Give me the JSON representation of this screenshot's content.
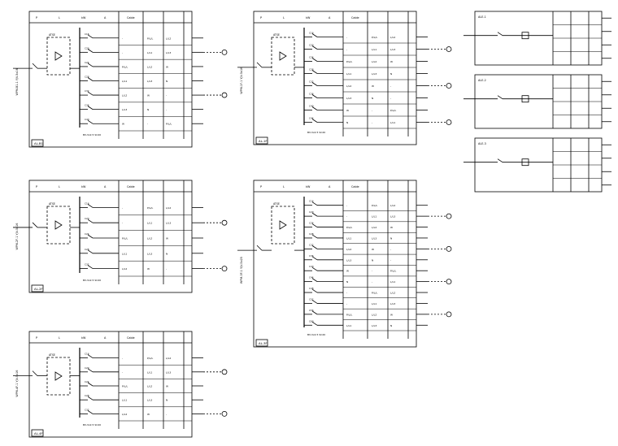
{
  "drawing": {
    "schedule_cells": [
      "-",
      "-",
      "P/L/L",
      "L/L1",
      "L/L2",
      "L/L3",
      "W",
      "N"
    ],
    "cable_spec": "BV-3x2.5 SC20",
    "ats_tag": "ATSE",
    "panel_tag": "AL"
  },
  "panels": [
    {
      "id": "panel-1",
      "title": "AL-B1",
      "source": "WPM-B1-1 YJV-5x16",
      "breaker_count": 7
    },
    {
      "id": "panel-2",
      "title": "AL-1F",
      "source": "WPM-1F-1 YJV-5x16",
      "breaker_count": 8
    },
    {
      "id": "panel-3",
      "title": "AL-2F",
      "source": "WPM-2F-1 YJV-5x16",
      "breaker_count": 5
    },
    {
      "id": "panel-4",
      "title": "AL-3F",
      "source": "WPM-3F-1 YJV-5x25",
      "breaker_count": 12
    },
    {
      "id": "panel-5",
      "title": "AL-4F",
      "source": "WPM-4F-1 YJV-5x16",
      "breaker_count": 5
    }
  ],
  "mini_panels": [
    {
      "id": "mini-1",
      "title": "ALE-1"
    },
    {
      "id": "mini-2",
      "title": "ALE-2"
    },
    {
      "id": "mini-3",
      "title": "ALE-3"
    }
  ]
}
